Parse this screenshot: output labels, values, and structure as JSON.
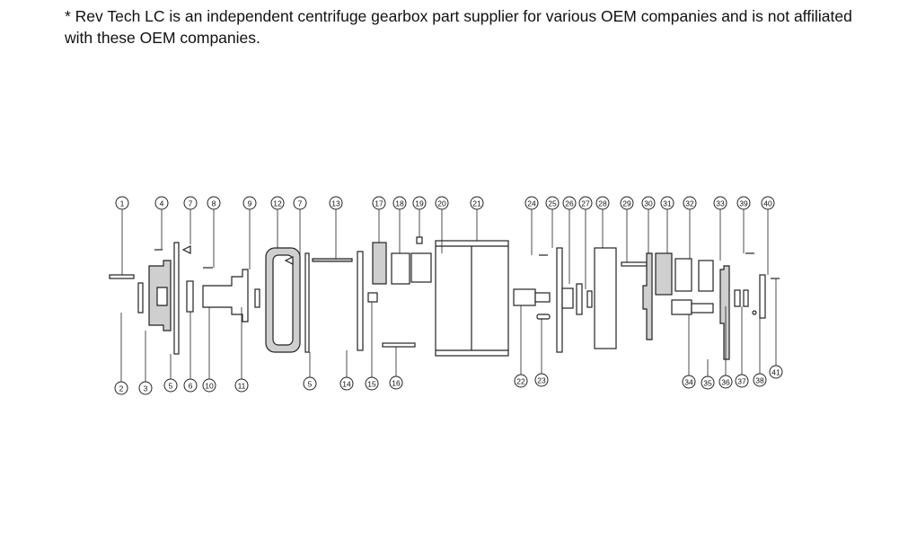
{
  "disclaimer": "* Rev Tech LC is an independent centrifuge gearbox part supplier for various OEM companies and is not affiliated with these OEM companies.",
  "callouts": {
    "top": [
      "1",
      "4",
      "7",
      "8",
      "9",
      "12",
      "7",
      "13",
      "17",
      "18",
      "19",
      "20",
      "21",
      "24",
      "25",
      "26",
      "27",
      "28",
      "29",
      "30",
      "31",
      "32",
      "33",
      "39",
      "40"
    ],
    "bottom": [
      "2",
      "3",
      "5",
      "6",
      "10",
      "11",
      "5",
      "14",
      "15",
      "16",
      "22",
      "23",
      "34",
      "35",
      "36",
      "37",
      "38",
      "41"
    ]
  },
  "colors": {
    "text": "#111111",
    "line": "#222222",
    "part_fill": "#cfcfcf",
    "callout_fill": "#ffffff"
  }
}
